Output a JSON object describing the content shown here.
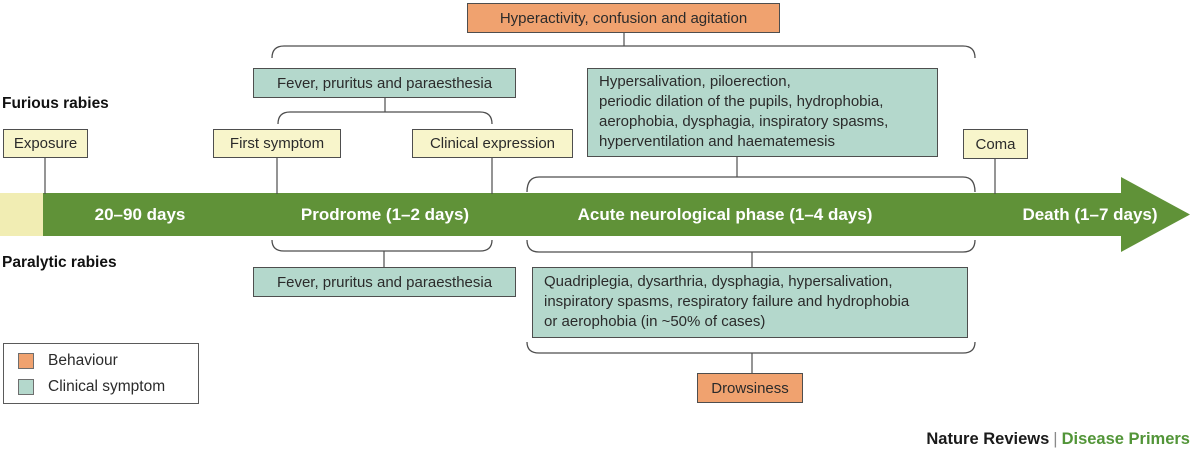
{
  "sections": {
    "furious": "Furious rabies",
    "paralytic": "Paralytic rabies"
  },
  "boxes": {
    "hyperactivity": {
      "label": "Hyperactivity, confusion and agitation",
      "type": "behaviour"
    },
    "fever_furious": {
      "label": "Fever, pruritus and paraesthesia",
      "type": "clinical-symptom"
    },
    "acute_symptoms": {
      "label": "Hypersalivation, piloerection,\nperiodic dilation of the pupils, hydrophobia,\naerophobia, dysphagia, inspiratory spasms,\nhyperventilation and haematemesis",
      "type": "clinical-symptom"
    },
    "exposure": {
      "label": "Exposure",
      "type": "milestone"
    },
    "first_symptom": {
      "label": "First symptom",
      "type": "milestone"
    },
    "clinical_expression": {
      "label": "Clinical expression",
      "type": "milestone"
    },
    "coma": {
      "label": "Coma",
      "type": "milestone"
    },
    "fever_paralytic": {
      "label": "Fever, pruritus and paraesthesia",
      "type": "clinical-symptom"
    },
    "paralytic_symptoms": {
      "label": "Quadriplegia, dysarthria, dysphagia, hypersalivation,\ninspiratory spasms, respiratory failure and hydrophobia\nor aerophobia (in ~50% of cases)",
      "type": "clinical-symptom"
    },
    "drowsiness": {
      "label": "Drowsiness",
      "type": "behaviour"
    }
  },
  "timeline": {
    "segments": [
      "20–90 days",
      "Prodrome (1–2 days)",
      "Acute neurological phase (1–4 days)",
      "Death (1–7 days)"
    ]
  },
  "legend": {
    "items": [
      {
        "label": "Behaviour",
        "color": "#f0a26f"
      },
      {
        "label": "Clinical symptom",
        "color": "#b4d8cc"
      }
    ]
  },
  "footer": {
    "brand": "Nature Reviews",
    "separator": "|",
    "publication": "Disease Primers"
  },
  "colors": {
    "behaviour_fill": "#f0a26f",
    "clinical_fill": "#b4d8cc",
    "milestone_fill": "#f8f5cb",
    "timeline_green": "#609238",
    "timeline_start_block": "#f1edb3",
    "box_border": "#4e4e4e",
    "footer_green": "#529538"
  }
}
